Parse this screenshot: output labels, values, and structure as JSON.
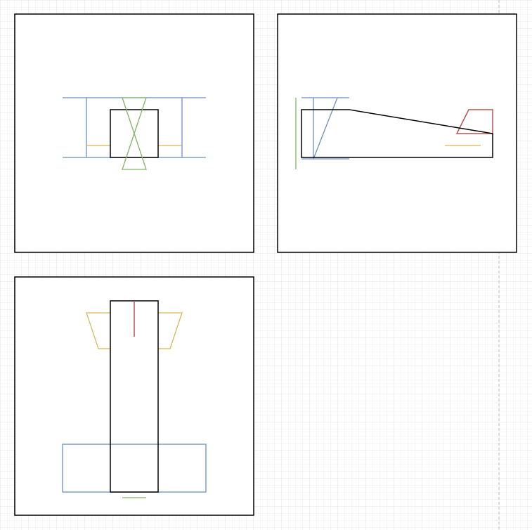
{
  "canvas": {
    "background": "#ffffff",
    "grid_color_minor": "#ececec",
    "grid_color_major": "#e0e0e0",
    "page_break_color": "#b8b8b8"
  },
  "colors": {
    "outline": "#000000",
    "fuselage": "#000000",
    "wing": "#6c8ebf",
    "horizontal_tail": "#d6b656",
    "vertical_tail": "#b85450",
    "landing_gear": "#82b366"
  },
  "views": [
    {
      "id": "front",
      "label": ""
    },
    {
      "id": "side",
      "label": ""
    },
    {
      "id": "top",
      "label": ""
    }
  ]
}
